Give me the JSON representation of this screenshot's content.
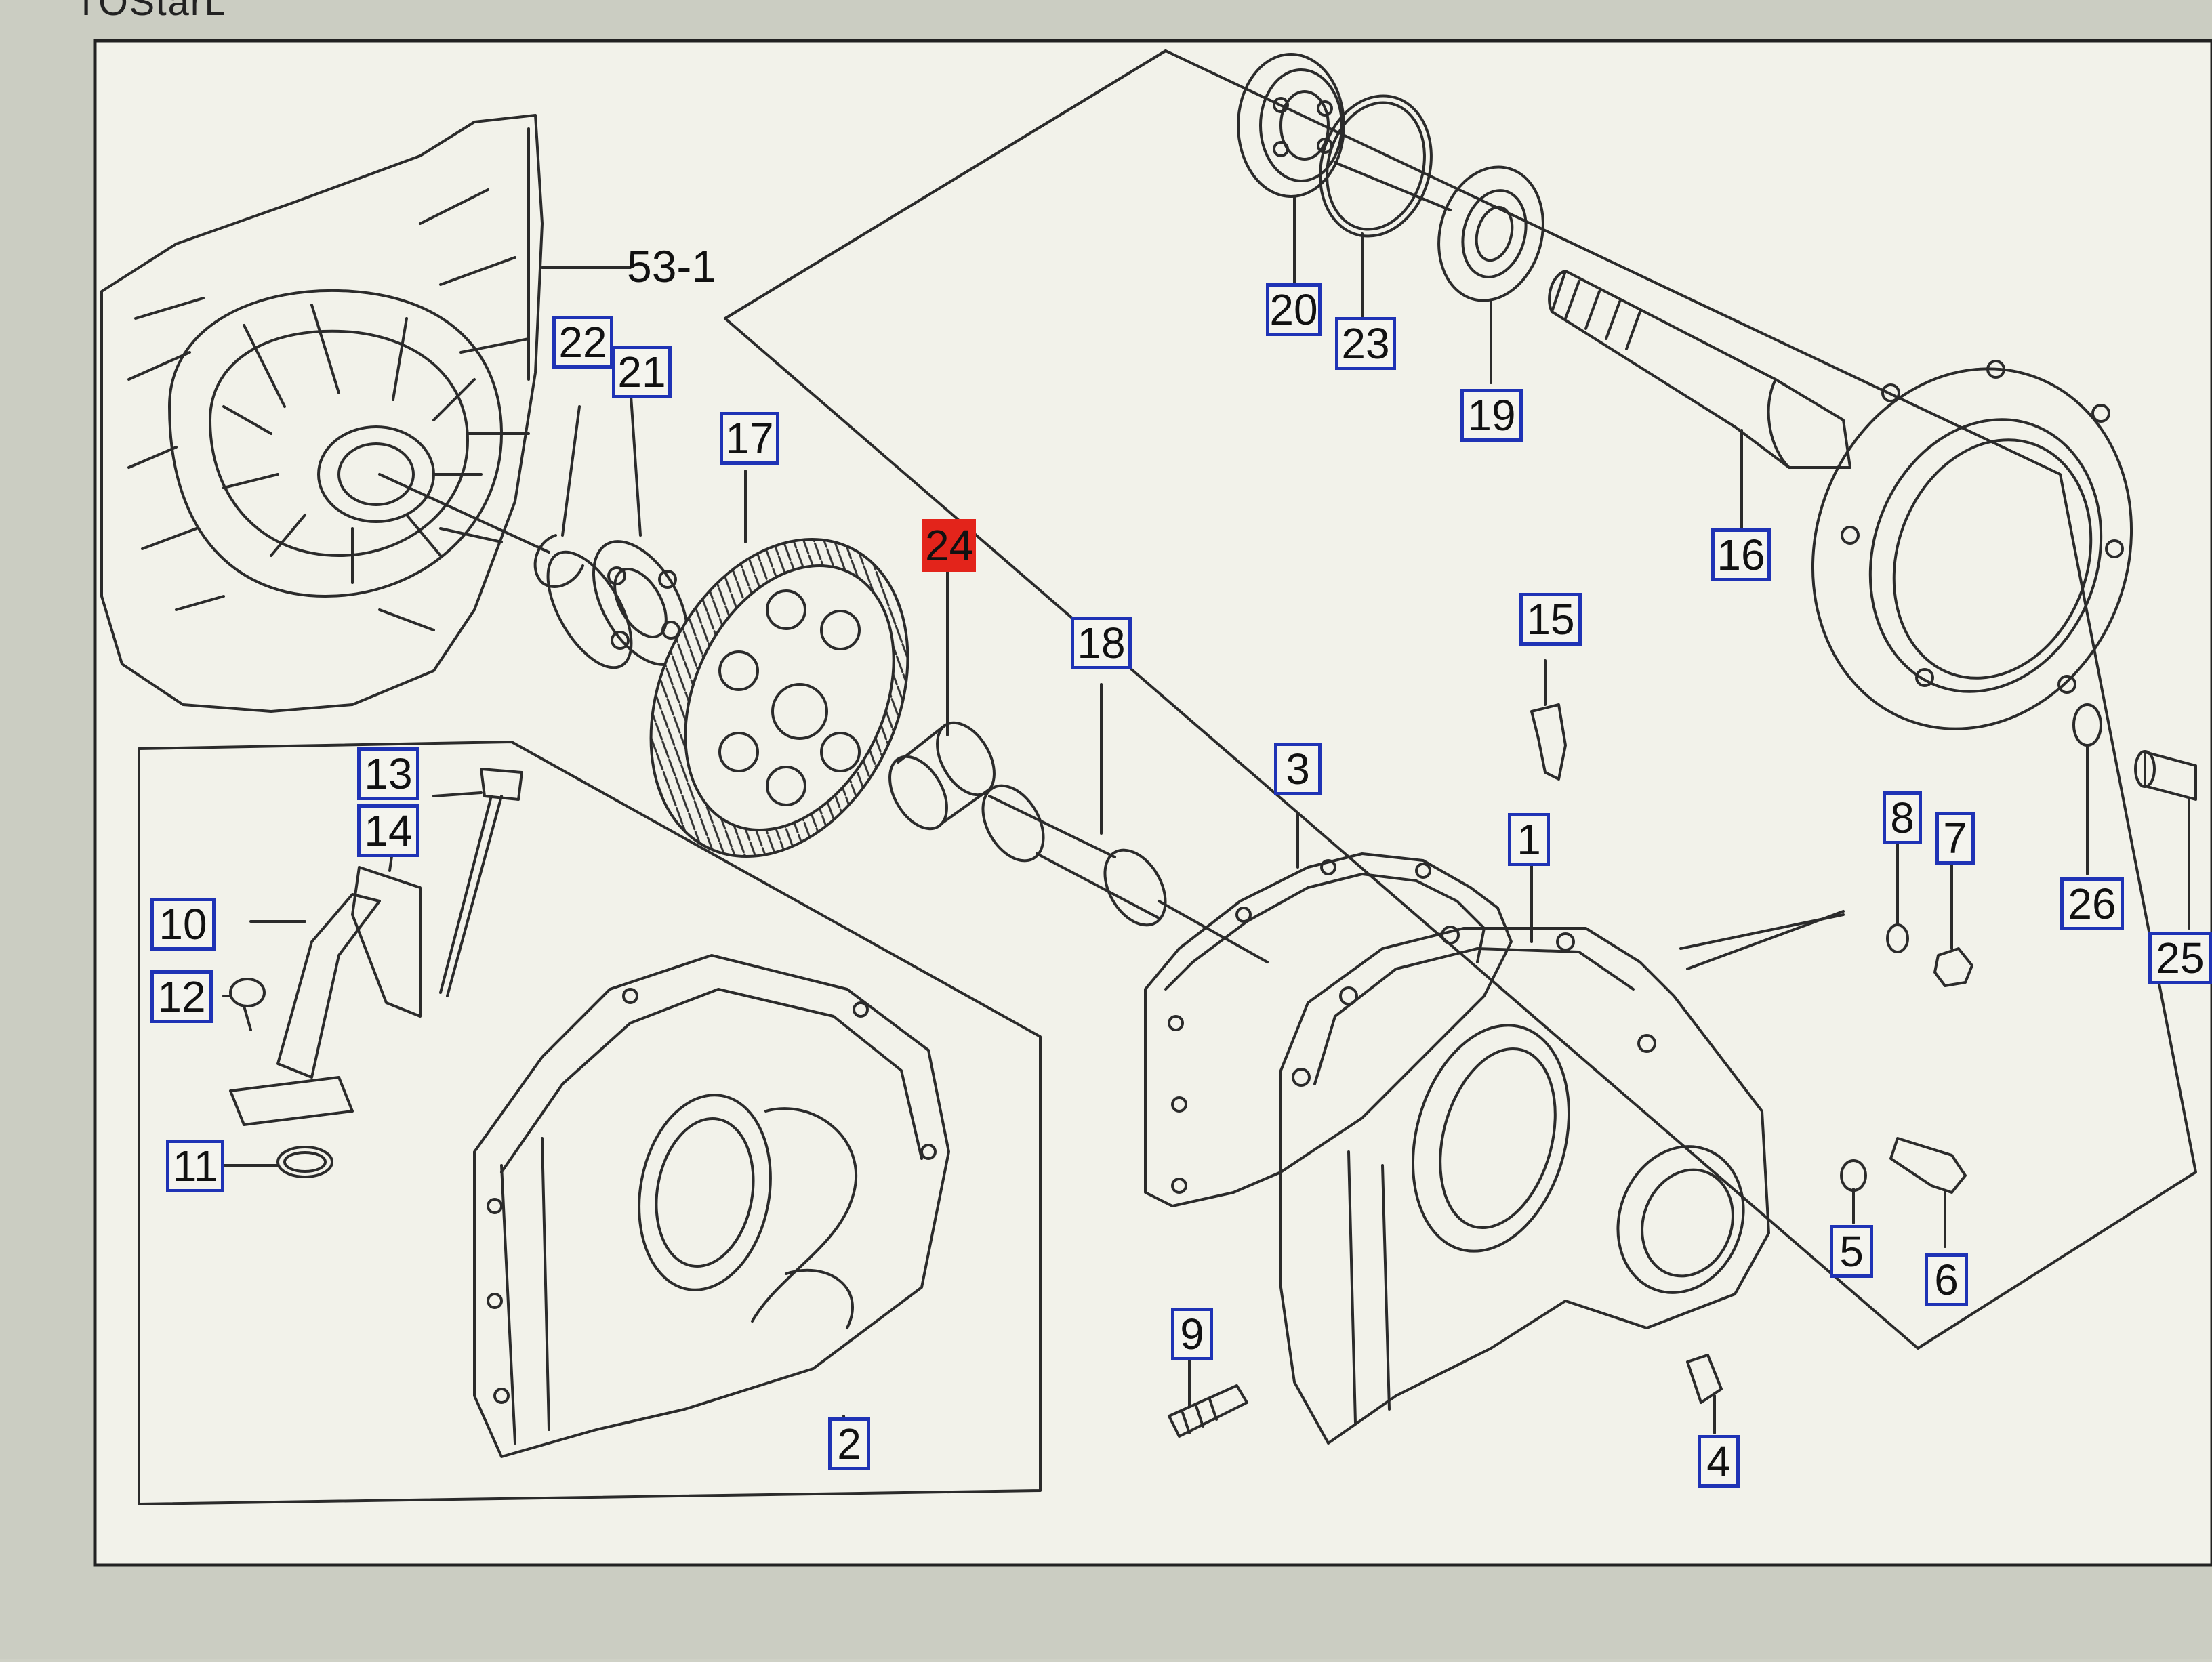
{
  "page": {
    "header_fragment": "TOStarL",
    "reference_label": "53-1"
  },
  "colors": {
    "callout_border": "#1f33b5",
    "highlight": "#e3241b",
    "paper": "#f2f2ea",
    "ink": "#2b2b2b"
  },
  "callouts": [
    {
      "id": "c20",
      "label": "20"
    },
    {
      "id": "c23",
      "label": "23"
    },
    {
      "id": "c19",
      "label": "19"
    },
    {
      "id": "c22",
      "label": "22"
    },
    {
      "id": "c21",
      "label": "21"
    },
    {
      "id": "c17",
      "label": "17"
    },
    {
      "id": "c24",
      "label": "24",
      "highlighted": true
    },
    {
      "id": "c18",
      "label": "18"
    },
    {
      "id": "c16",
      "label": "16"
    },
    {
      "id": "c15",
      "label": "15"
    },
    {
      "id": "c3",
      "label": "3"
    },
    {
      "id": "c1",
      "label": "1"
    },
    {
      "id": "c13",
      "label": "13"
    },
    {
      "id": "c14",
      "label": "14"
    },
    {
      "id": "c10",
      "label": "10"
    },
    {
      "id": "c12",
      "label": "12"
    },
    {
      "id": "c11",
      "label": "11"
    },
    {
      "id": "c8",
      "label": "8"
    },
    {
      "id": "c7",
      "label": "7"
    },
    {
      "id": "c26",
      "label": "26"
    },
    {
      "id": "c25",
      "label": "25"
    },
    {
      "id": "c5",
      "label": "5"
    },
    {
      "id": "c6",
      "label": "6"
    },
    {
      "id": "c9",
      "label": "9"
    },
    {
      "id": "c2",
      "label": "2"
    },
    {
      "id": "c4",
      "label": "4"
    }
  ]
}
